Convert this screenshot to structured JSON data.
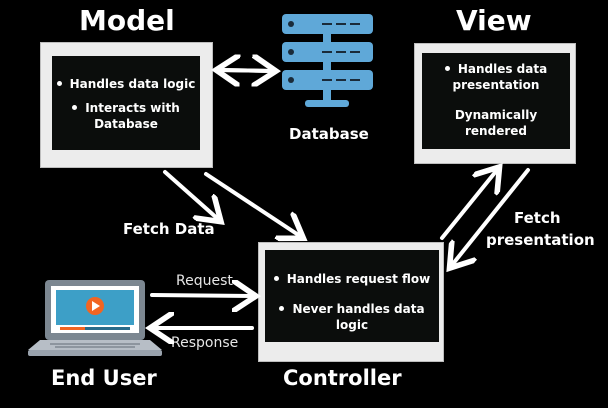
{
  "model": {
    "title": "Model",
    "points": [
      "Handles data logic",
      "Interacts with",
      "Database"
    ]
  },
  "view": {
    "title": "View",
    "points": [
      "Handles data",
      "presentation",
      "Dynamically",
      "rendered"
    ]
  },
  "controller": {
    "title": "Controller",
    "points": [
      "Handles request flow",
      "Never handles data",
      "logic"
    ]
  },
  "database": {
    "label": "Database"
  },
  "end_user": {
    "label": "End User"
  },
  "arrows": {
    "fetch_data": "Fetch Data",
    "fetch_presentation_1": "Fetch",
    "fetch_presentation_2": "presentation",
    "request": "Request",
    "response": "Response"
  },
  "colors": {
    "background": "#000000",
    "screen": "#0b0d0c",
    "monitor_frame": "#ececec",
    "server": "#5fa8d8",
    "laptop_body": "#9aa3ad",
    "laptop_screen": "#3d9fc7",
    "play_button": "#f26522"
  },
  "icons": [
    "server-stack-icon",
    "laptop-video-icon",
    "play-icon"
  ]
}
